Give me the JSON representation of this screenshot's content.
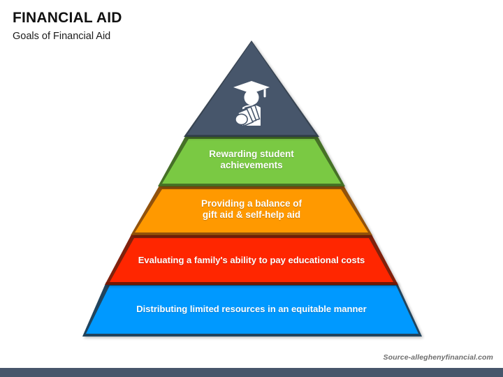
{
  "slide": {
    "title": "FINANCIAL AID",
    "subtitle": "Goals of Financial Aid",
    "source_note": "Source-alleghenyfinancial.com",
    "background_color": "#FFFFFF",
    "bottom_bar_color": "#47566B"
  },
  "pyramid": {
    "type": "pyramid",
    "level_count": 5,
    "apex_icon": "graduate-with-money-icon",
    "levels": [
      {
        "index": 1,
        "label": "",
        "color": "#47566B",
        "shadow_color": "#2F3A49",
        "icon": "graduate-with-money-icon"
      },
      {
        "index": 2,
        "label": "Rewarding student achievements",
        "line1": "Rewarding student",
        "line2": "achievements",
        "color": "#7AC943",
        "shadow_color": "#3D6B1F"
      },
      {
        "index": 3,
        "label": "Providing a balance of gift aid & self-help aid",
        "line1": "Providing a balance of",
        "line2": "gift aid & self-help aid",
        "color": "#FF9900",
        "shadow_color": "#8C4A00"
      },
      {
        "index": 4,
        "label": "Evaluating a family's ability to pay educational costs",
        "line1": "Evaluating a family's ability to pay educational costs",
        "line2": "",
        "color": "#FF2600",
        "shadow_color": "#8C1400"
      },
      {
        "index": 5,
        "label": "Distributing limited resources in an equitable manner",
        "line1": "Distributing limited resources in an equitable manner",
        "line2": "",
        "color": "#0099FF",
        "shadow_color": "#0A3A5C"
      }
    ]
  }
}
